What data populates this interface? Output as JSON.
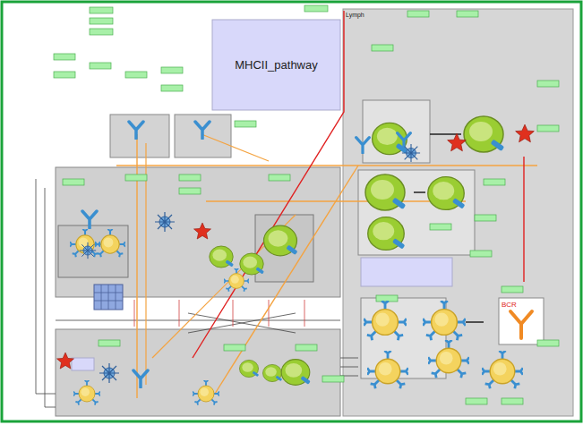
{
  "diagram": {
    "nodes": [
      {
        "text": [
          "Lymph"
        ]
      },
      {
        "text": [
          "MHCII_pathway"
        ]
      }
    ],
    "labels": [
      "BCR"
    ]
  }
}
